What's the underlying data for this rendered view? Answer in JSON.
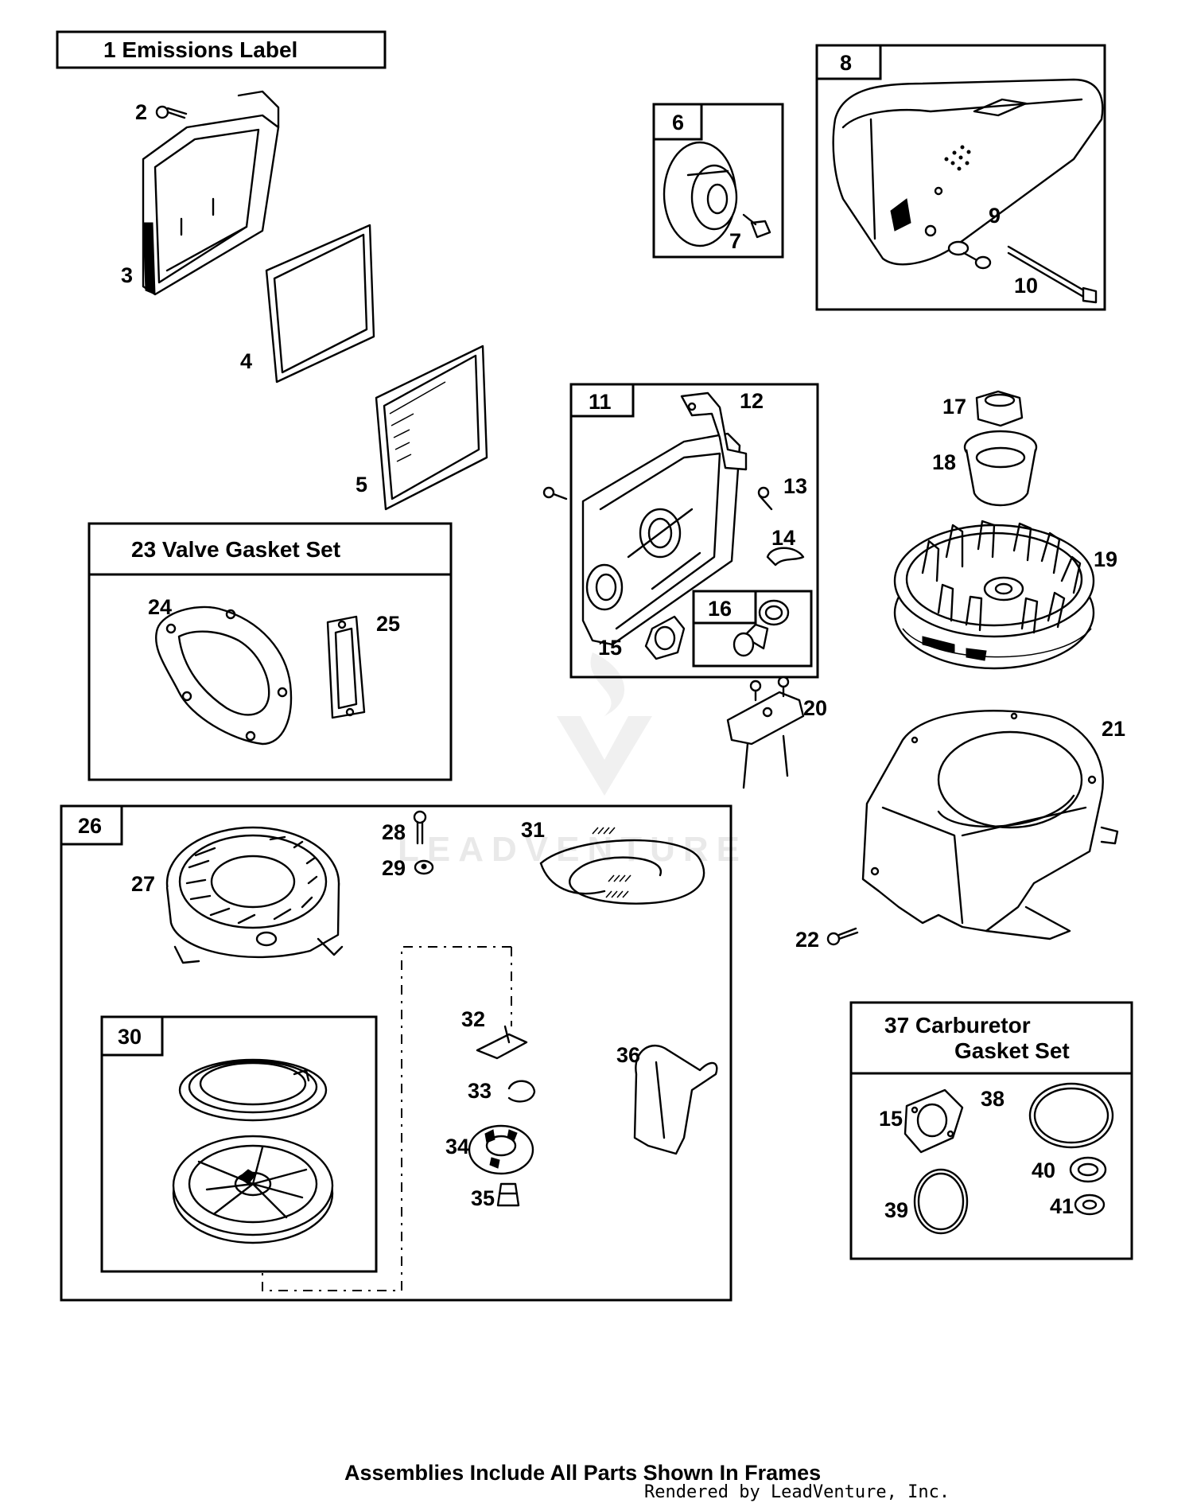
{
  "frames": {
    "emissions_label": "1  Emissions Label",
    "valve_gasket_set": "23  Valve Gasket Set",
    "carburetor_line1": "37  Carburetor",
    "carburetor_line2": "Gasket Set",
    "box_6": "6",
    "box_8": "8",
    "box_11": "11",
    "box_16": "16",
    "box_26": "26",
    "box_30": "30"
  },
  "callouts": {
    "c2": "2",
    "c3": "3",
    "c4": "4",
    "c5": "5",
    "c7": "7",
    "c9": "9",
    "c10": "10",
    "c12": "12",
    "c13": "13",
    "c14": "14",
    "c15a": "15",
    "c15b": "15",
    "c17": "17",
    "c18": "18",
    "c19": "19",
    "c20": "20",
    "c21": "21",
    "c22": "22",
    "c24": "24",
    "c25": "25",
    "c27": "27",
    "c28": "28",
    "c29": "29",
    "c31": "31",
    "c32": "32",
    "c33": "33",
    "c34": "34",
    "c35": "35",
    "c36": "36",
    "c38": "38",
    "c39": "39",
    "c40": "40",
    "c41": "41"
  },
  "watermark": "LEADVENTURE",
  "footer": {
    "note": "Assemblies Include All Parts Shown In Frames",
    "credit": "Rendered by LeadVenture, Inc."
  }
}
